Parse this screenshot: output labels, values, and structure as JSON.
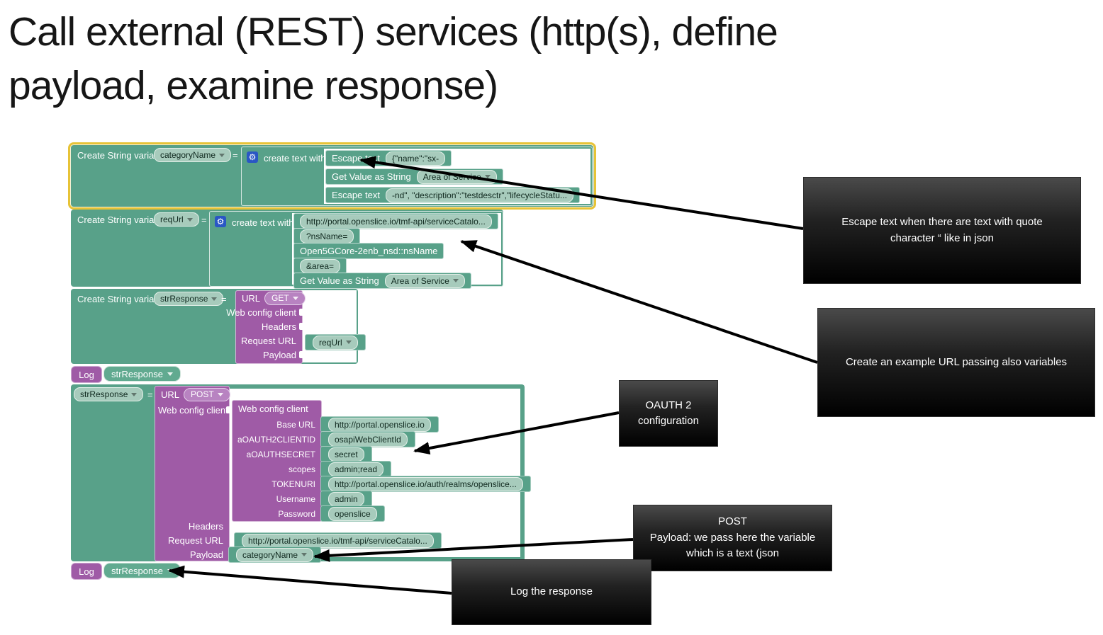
{
  "title": "Call external (REST) services (http(s), define payload, examine response)",
  "icons": {
    "gear": "⚙"
  },
  "colors": {
    "block_teal": "#58a189",
    "chip_teal": "#a7cbbc",
    "block_purple": "#9f5ba6",
    "chip_purple": "#b883c1",
    "selection_yellow": "#e7c337",
    "annotation_bg": "#000000",
    "gear_blue": "#2a57c4"
  },
  "workspace": {
    "eq": "=",
    "create_label": "Create String variable",
    "create_text_label": "create text with",
    "group1": {
      "variable": "categoryName",
      "row1_label": "Escape text",
      "row1_value": "{\"name\":\"sx-",
      "row2_label": "Get Value as String",
      "row2_value": "Area of Service",
      "row3_label": "Escape text",
      "row3_value": "-nd\", \"description\":\"testdesctr\",\"lifecycleStatu..."
    },
    "group2": {
      "variable": "reqUrl",
      "row1_value": "http://portal.openslice.io/tmf-api/serviceCatalo...",
      "row2_value": "?nsName=",
      "row3_value": "Open5GCore-2enb_nsd::nsName",
      "row4_value": "&area=",
      "row5_label": "Get Value as String",
      "row5_value": "Area of Service"
    },
    "group3": {
      "variable": "strResponse",
      "url_label": "URL",
      "method": "GET",
      "row_webconfig": "Web config client",
      "row_headers": "Headers",
      "row_requesturl": "Request URL",
      "row_payload": "Payload",
      "requesturl_value": "reqUrl"
    },
    "log1": {
      "label": "Log",
      "value": "strResponse"
    },
    "group4": {
      "variable": "strResponse",
      "url_label": "URL",
      "method": "POST",
      "webconfig_slot_label": "Web config client",
      "webconfig_title": "Web config client",
      "fields": [
        {
          "label": "Base URL",
          "value": "http://portal.openslice.io"
        },
        {
          "label": "aOAUTH2CLIENTID",
          "value": "osapiWebClientId"
        },
        {
          "label": "aOAUTHSECRET",
          "value": "secret"
        },
        {
          "label": "scopes",
          "value": "admin;read"
        },
        {
          "label": "TOKENURI",
          "value": "http://portal.openslice.io/auth/realms/openslice..."
        },
        {
          "label": "Username",
          "value": "admin"
        },
        {
          "label": "Password",
          "value": "openslice"
        }
      ],
      "row_headers": "Headers",
      "row_requesturl": "Request URL",
      "requesturl_value": "http://portal.openslice.io/tmf-api/serviceCatalo...",
      "row_payload": "Payload",
      "payload_value": "categoryName"
    },
    "log2": {
      "label": "Log",
      "value": "strResponse"
    }
  },
  "annotations": {
    "escape": "Escape text when there are text with quote character “ like in json",
    "url": "Create an example URL passing also variables",
    "oauth": "OAUTH 2 configuration",
    "post_line1": "POST",
    "post_line2": "Payload: we pass here the variable which is a text (json",
    "log": "Log the response"
  }
}
